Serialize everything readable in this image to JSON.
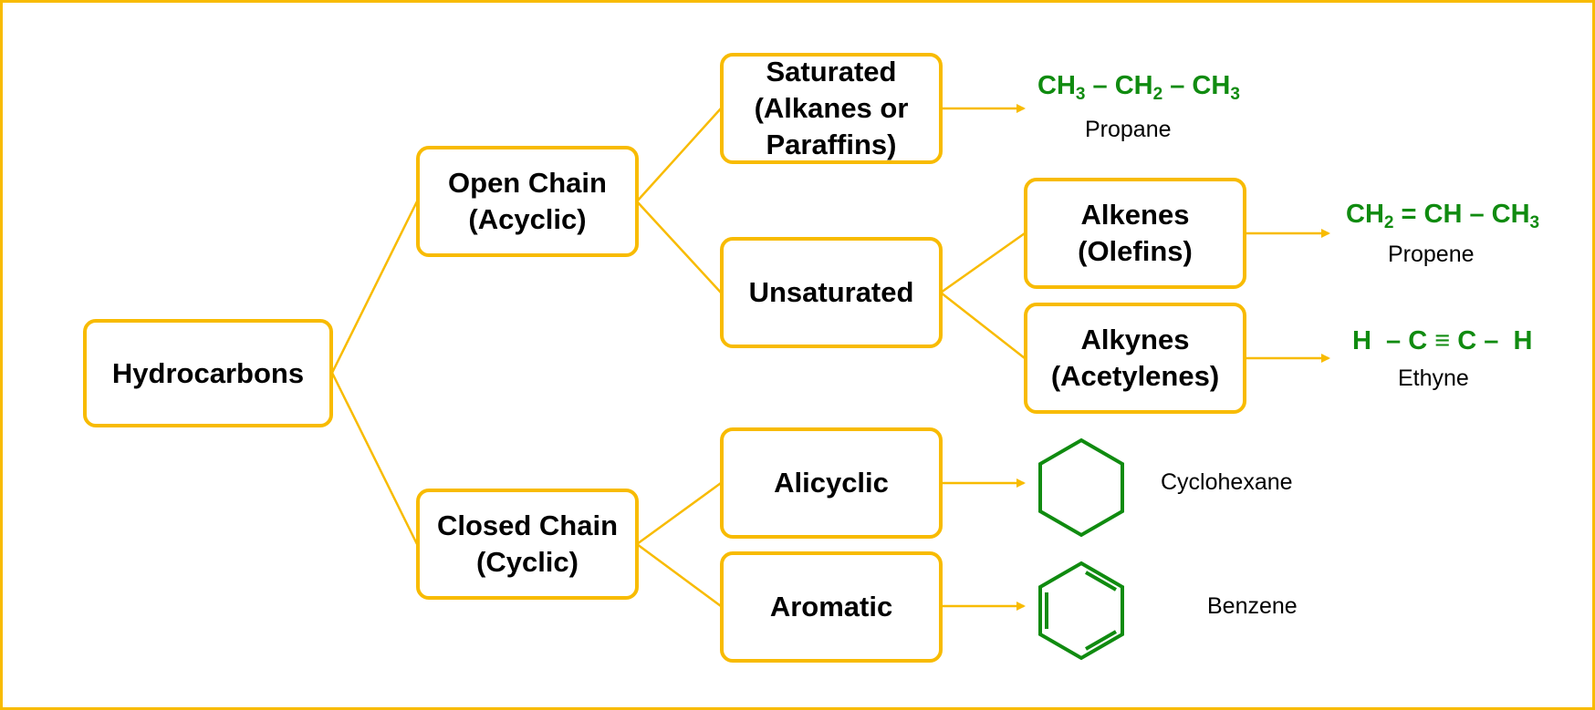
{
  "colors": {
    "border": "#F8BB00",
    "connector": "#F8BB00",
    "chem": "#108B10",
    "text": "#000000"
  },
  "nodes": {
    "hydrocarbons": "Hydrocarbons",
    "open_chain": "Open Chain\n(Acyclic)",
    "closed_chain": "Closed Chain\n(Cyclic)",
    "saturated": "Saturated\n(Alkanes or\nParaffins)",
    "unsaturated": "Unsaturated",
    "alkenes": "Alkenes\n(Olefins)",
    "alkynes": "Alkynes\n(Acetylenes)",
    "alicyclic": "Alicyclic",
    "aromatic": "Aromatic"
  },
  "examples": {
    "propane": {
      "formula_parts": [
        "CH",
        "3",
        " – CH",
        "2",
        " – CH",
        "3"
      ],
      "name": "Propane"
    },
    "propene": {
      "formula_parts": [
        "CH",
        "2",
        " = CH – CH",
        "3"
      ],
      "name": "Propene"
    },
    "ethyne": {
      "formula": "H  – C ≡ C –  H",
      "name": "Ethyne"
    },
    "cyclohexane": {
      "structure_icon": "cyclohexane-ring-icon",
      "name": "Cyclohexane"
    },
    "benzene": {
      "structure_icon": "benzene-ring-icon",
      "name": "Benzene"
    }
  }
}
